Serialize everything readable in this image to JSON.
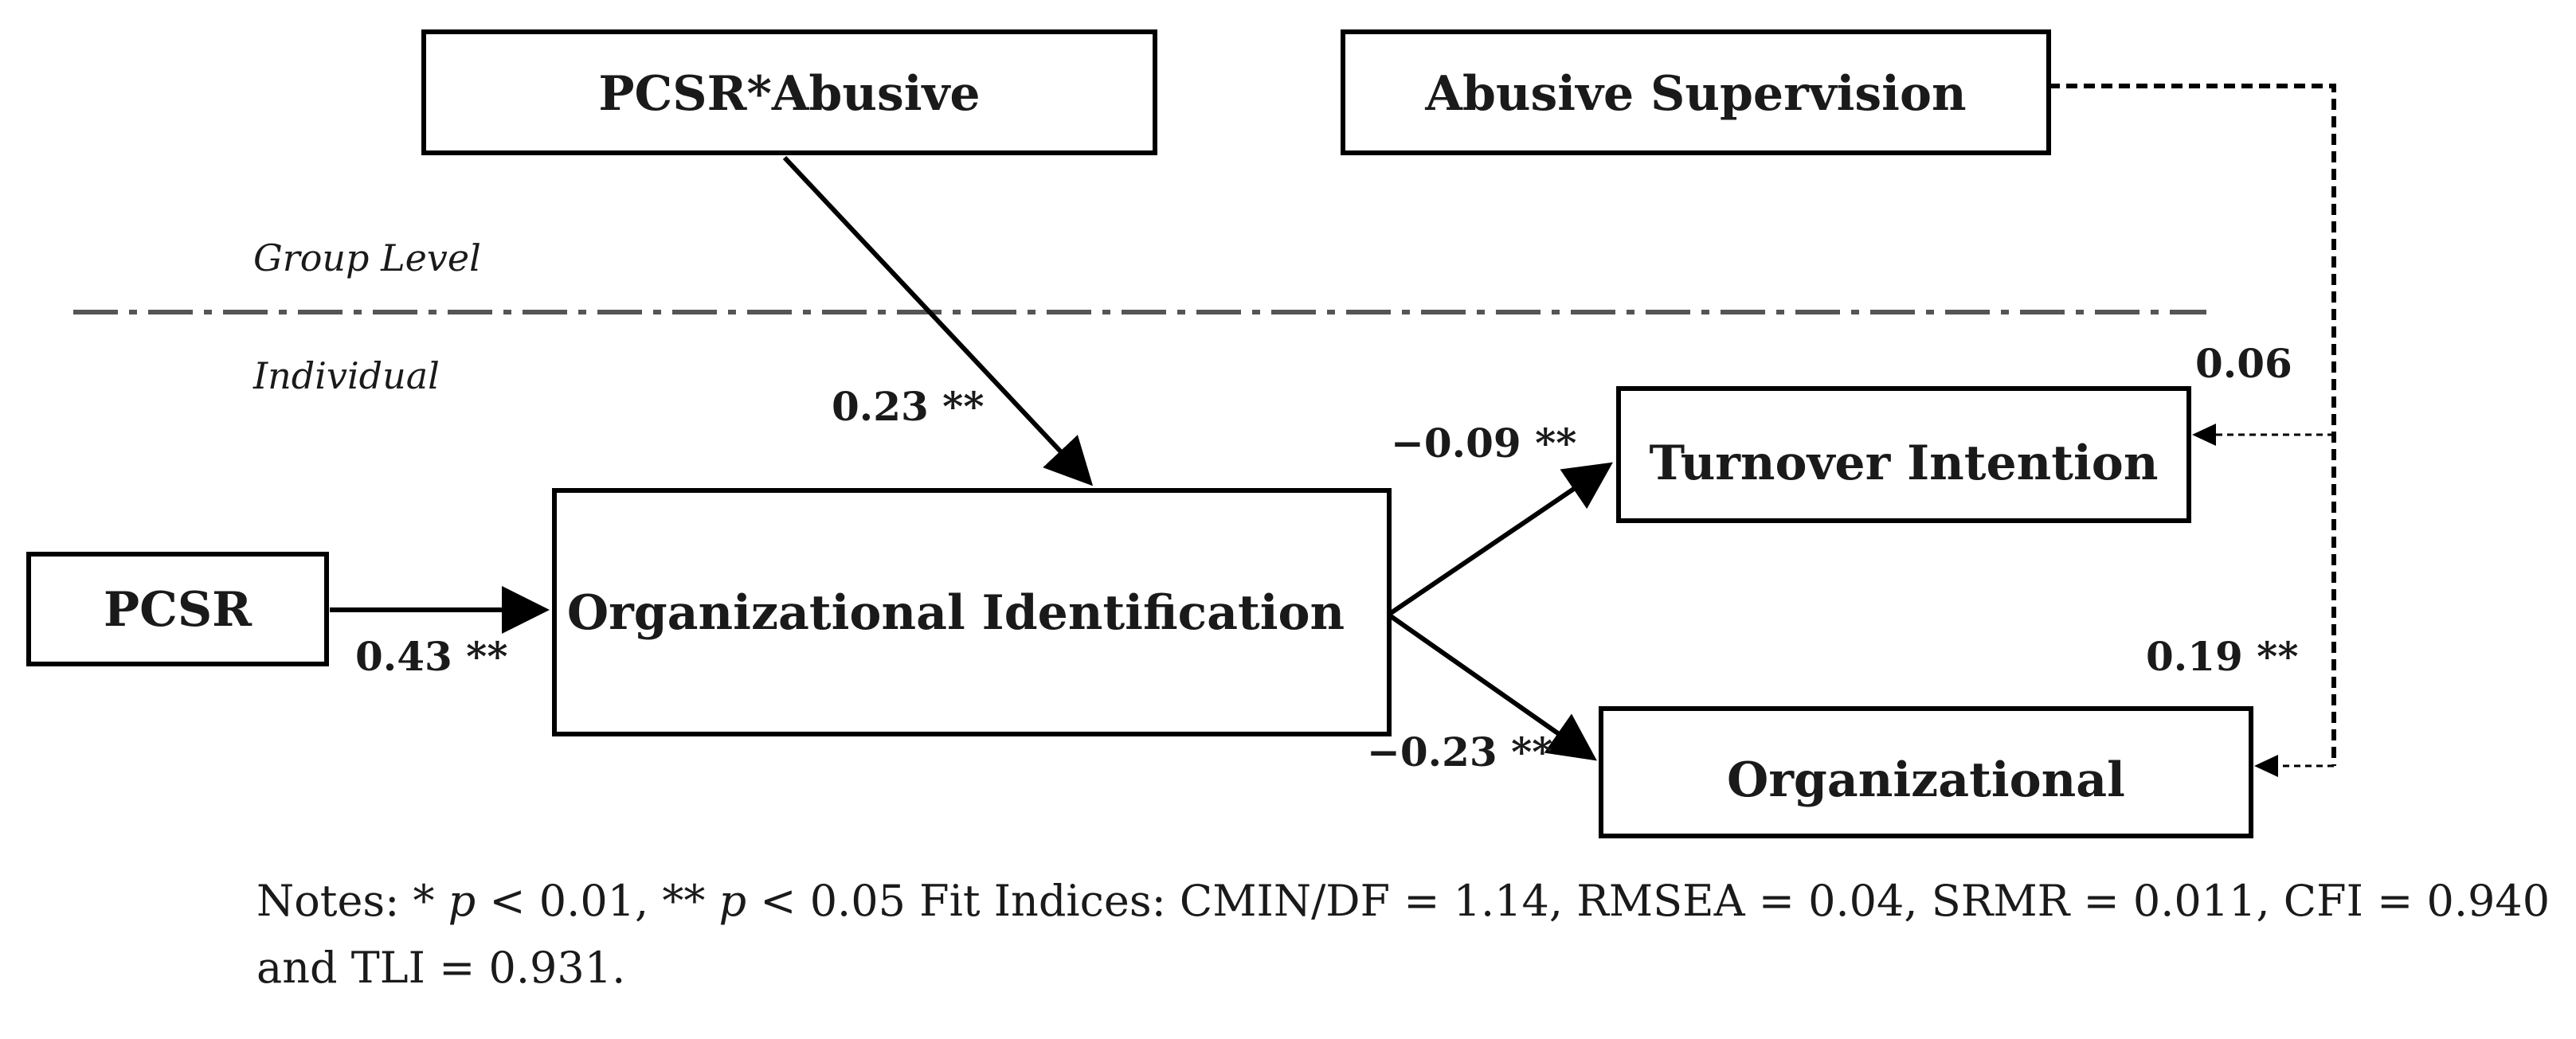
{
  "boxes": {
    "pcsr_abusive": "PCSR*Abusive",
    "abusive_supervision": "Abusive Supervision",
    "pcsr": "PCSR",
    "org_identification": "Organizational Identification",
    "turnover_intention": "Turnover Intention",
    "organizational": "Organizational"
  },
  "levels": {
    "group": "Group Level",
    "individual": "Individual"
  },
  "coefficients": {
    "interaction_to_oi": "0.23 **",
    "pcsr_to_oi": "0.43 **",
    "oi_to_turnover": "−0.09 **",
    "oi_to_organizational": "−0.23 **",
    "abusive_to_turnover": "0.06",
    "abusive_to_organizational": "0.19 **"
  },
  "notes": {
    "prefix": "Notes: * ",
    "p1": "p",
    "sig1": " < 0.01, ** ",
    "p2": "p",
    "sig2": " < 0.05 Fit Indices: CMIN/DF = 1.14, RMSEA = 0.04, SRMR = 0.011, CFI = 0.940",
    "line2": "and TLI = 0.931."
  },
  "colors": {
    "ink": "#1a1a1a",
    "stroke": "#000000",
    "background": "#ffffff"
  }
}
